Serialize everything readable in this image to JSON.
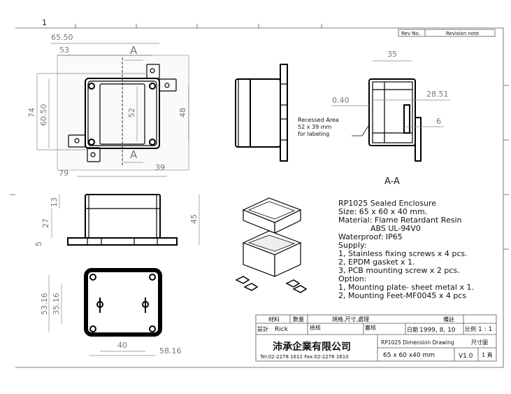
{
  "sheet": {
    "zone_number": "1"
  },
  "revision_table": {
    "rev_no": "Rev No.",
    "revision_note": "Revision note"
  },
  "top_view": {
    "dims": {
      "overall_width": "65.50",
      "hole_spacing_x": "53",
      "overall_height": "74",
      "body_height": "60.50",
      "window_height": "52",
      "tab_spacing": "48",
      "window_width": "39",
      "tab_span": "79"
    },
    "section_mark_top": "A",
    "section_mark_bottom": "A"
  },
  "side_view": {
    "label_recess": [
      "Recessed Area",
      "52 x 39 mm",
      "for labeling"
    ]
  },
  "section_view": {
    "title": "A-A",
    "dims": {
      "depth": "35",
      "wall": "0.40",
      "inner": "28.51",
      "flange": "6"
    }
  },
  "front_view": {
    "dims": {
      "lid": "13",
      "body": "27",
      "base": "5",
      "total": "45"
    }
  },
  "bottom_view": {
    "dims": {
      "outer_y": "53.16",
      "inner_y": "35.16",
      "inner_x": "40",
      "outer_x": "58.16"
    }
  },
  "spec": {
    "lines": [
      "RP1025 Sealed Enclosure",
      "Size: 65 x 60 x 40 mm.",
      "Material: Flame Retardant Resin",
      "ABS UL-94V0",
      "Waterproof: IP65",
      "Supply:",
      "1, Stainless fixing screws x 4 pcs.",
      "2, EPDM gasket x 1.",
      "3, PCB mounting screw x 2 pcs.",
      "Option:",
      "1, Mounting plate- sheet metal x 1.",
      "2, Mounting Feet-MF0045 x 4 pcs"
    ]
  },
  "title_block": {
    "h_material": "材料",
    "h_qty": "數量",
    "h_spec": "規格,尺寸,處理",
    "h_remark": "備註",
    "designer_label": "設計",
    "designer": "Rick",
    "check_label": "檢核",
    "approve_label": "審核",
    "date_label": "日期",
    "date": "1999, 8, 10",
    "scale_label": "比例",
    "scale": "1 : 1",
    "company": "沛承企業有限公司",
    "contact": "Tel:02-2278 1611   Fax:02-2278 1610",
    "drawing_title": "RP1025 Dimension Drawing",
    "drawing_type": "尺寸圖",
    "size": "65 x 60 x40 mm",
    "version": "V1.0",
    "page": "1 頁"
  }
}
